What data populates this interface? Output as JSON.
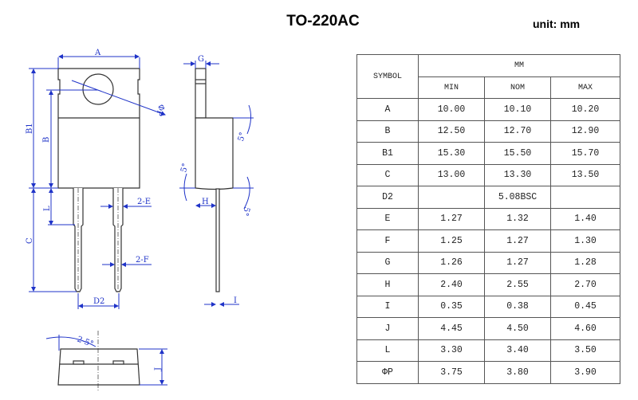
{
  "title": "TO-220AC",
  "unit": "unit: mm",
  "drawing_labels": {
    "A": "A",
    "B": "B",
    "B1": "B1",
    "C": "C",
    "L": "L",
    "D2": "D2",
    "E": "2-E",
    "F": "2-F",
    "P": "ΦP",
    "G": "G",
    "H": "H",
    "I": "I",
    "J": "J",
    "angle": "5°",
    "angle2": "2-5°"
  },
  "table": {
    "symbol_header": "SYMBOL",
    "unit_header": "MM",
    "columns": [
      "MIN",
      "NOM",
      "MAX"
    ],
    "rows": [
      {
        "symbol": "A",
        "min": "10.00",
        "nom": "10.10",
        "max": "10.20"
      },
      {
        "symbol": "B",
        "min": "12.50",
        "nom": "12.70",
        "max": "12.90"
      },
      {
        "symbol": "B1",
        "min": "15.30",
        "nom": "15.50",
        "max": "15.70"
      },
      {
        "symbol": "C",
        "min": "13.00",
        "nom": "13.30",
        "max": "13.50"
      },
      {
        "symbol": "D2",
        "min": "",
        "nom": "5.08BSC",
        "max": ""
      },
      {
        "symbol": "E",
        "min": "1.27",
        "nom": "1.32",
        "max": "1.40"
      },
      {
        "symbol": "F",
        "min": "1.25",
        "nom": "1.27",
        "max": "1.30"
      },
      {
        "symbol": "G",
        "min": "1.26",
        "nom": "1.27",
        "max": "1.28"
      },
      {
        "symbol": "H",
        "min": "2.40",
        "nom": "2.55",
        "max": "2.70"
      },
      {
        "symbol": "I",
        "min": "0.35",
        "nom": "0.38",
        "max": "0.45"
      },
      {
        "symbol": "J",
        "min": "4.45",
        "nom": "4.50",
        "max": "4.60"
      },
      {
        "symbol": "L",
        "min": "3.30",
        "nom": "3.40",
        "max": "3.50"
      },
      {
        "symbol": "ΦP",
        "min": "3.75",
        "nom": "3.80",
        "max": "3.90"
      }
    ]
  }
}
